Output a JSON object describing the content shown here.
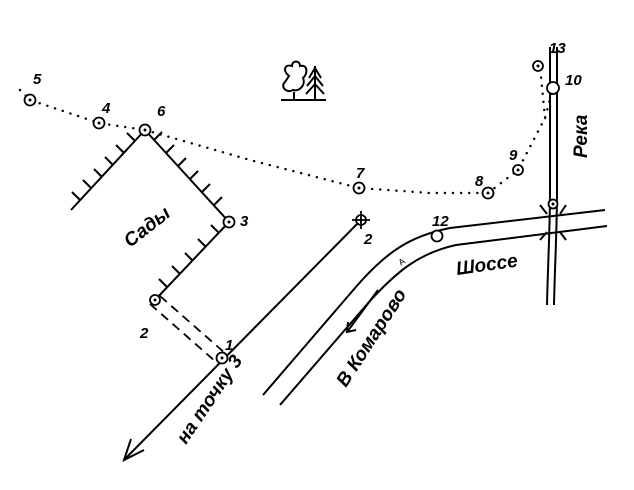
{
  "points": {
    "p1": "1",
    "p2_left": "2",
    "p2_right": "2",
    "p3": "3",
    "p4": "4",
    "p5": "5",
    "p6": "6",
    "p7": "7",
    "p8": "8",
    "p9": "9",
    "p10": "10",
    "p12": "12",
    "p13": "13"
  },
  "labels": {
    "gardens": "Сады",
    "highway": "Шоссе",
    "to_point_3": "на точку 3",
    "to_komarovo": "В Комарово",
    "river": "Река",
    "road_marker": "А"
  },
  "icons": {
    "forest": "mixed-forest-icon"
  },
  "colors": {
    "ink": "#000000",
    "background": "#ffffff"
  }
}
